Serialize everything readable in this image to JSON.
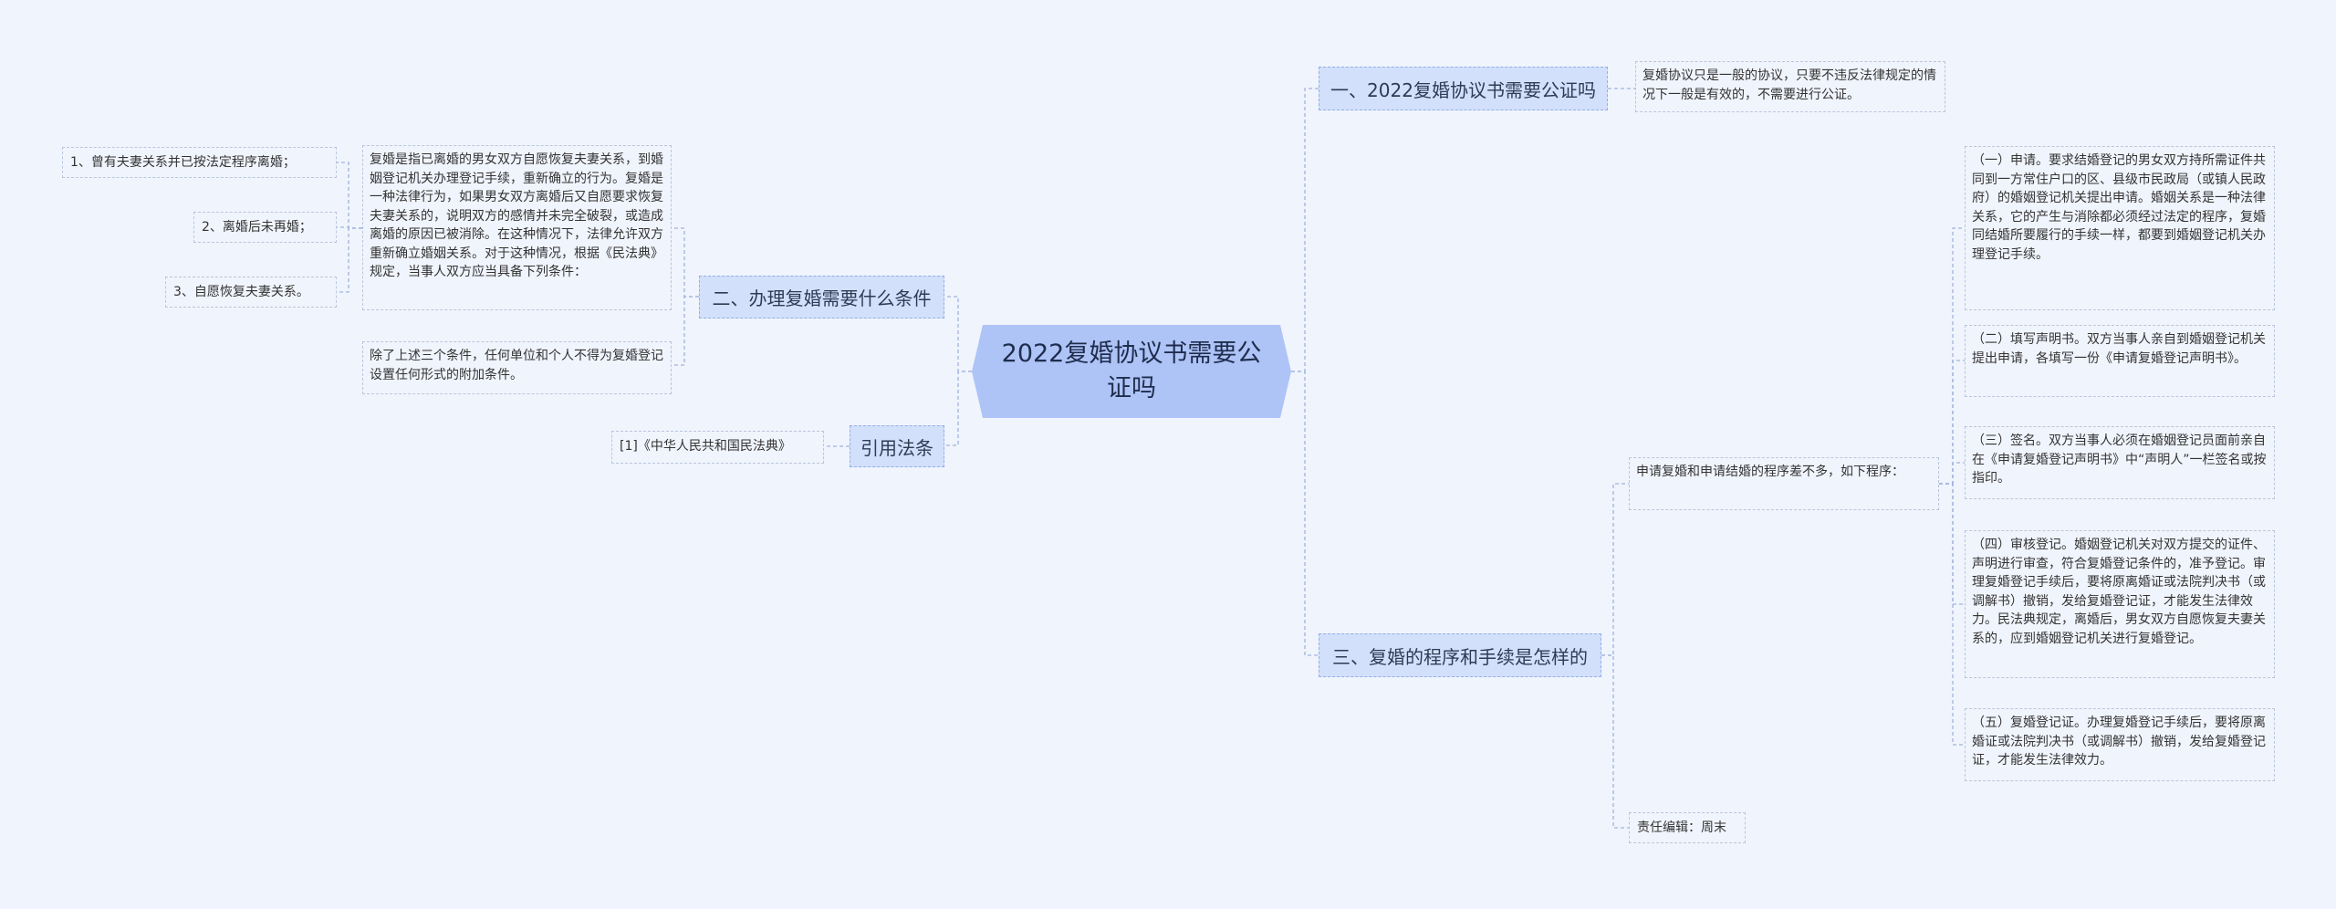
{
  "root": {
    "title": "2022复婚协议书需要公证吗"
  },
  "branches": {
    "b1": {
      "label": "一、2022复婚协议书需要公证吗",
      "leaf": "复婚协议只是一般的协议，只要不违反法律规定的情况下一般是有效的，不需要进行公证。"
    },
    "b2": {
      "label": "二、办理复婚需要什么条件",
      "intro": "复婚是指已离婚的男女双方自愿恢复夫妻关系，到婚姻登记机关办理登记手续，重新确立的行为。复婚是一种法律行为，如果男女双方离婚后又自愿要求恢复夫妻关系的，说明双方的感情并未完全破裂，或造成离婚的原因已被消除。在这种情况下，法律允许双方重新确立婚姻关系。对于这种情况，根据《民法典》规定，当事人双方应当具备下列条件：",
      "conditions": [
        "1、曾有夫妻关系并已按法定程序离婚；",
        "2、离婚后未再婚；",
        "3、自愿恢复夫妻关系。"
      ],
      "note": "除了上述三个条件，任何单位和个人不得为复婚登记设置任何形式的附加条件。"
    },
    "b3": {
      "label": "三、复婚的程序和手续是怎样的",
      "intro": "申请复婚和申请结婚的程序差不多，如下程序：",
      "steps": [
        "（一）申请。要求结婚登记的男女双方持所需证件共同到一方常住户口的区、县级市民政局（或镇人民政府）的婚姻登记机关提出申请。婚姻关系是一种法律关系，它的产生与消除都必须经过法定的程序，复婚同结婚所要履行的手续一样，都要到婚姻登记机关办理登记手续。",
        "（二）填写声明书。双方当事人亲自到婚姻登记机关提出申请，各填写一份《申请复婚登记声明书》。",
        "（三）签名。双方当事人必须在婚姻登记员面前亲自在《申请复婚登记声明书》中“声明人”一栏签名或按指印。",
        "（四）审核登记。婚姻登记机关对双方提交的证件、声明进行审查，符合复婚登记条件的，准予登记。审理复婚登记手续后，要将原离婚证或法院判决书（或调解书）撤销，发给复婚登记证，才能发生法律效力。民法典规定，离婚后，男女双方自愿恢复夫妻关系的，应到婚姻登记机关进行复婚登记。",
        "（五）复婚登记证。办理复婚登记手续后，要将原离婚证或法院判决书（或调解书）撤销，发给复婚登记证，才能发生法律效力。"
      ],
      "editor": "责任编辑：周末"
    },
    "b4": {
      "label": "引用法条",
      "leaf": "[1]《中华人民共和国民法典》"
    }
  },
  "colors": {
    "background": "#f0f4fc",
    "root": "#aec3f6",
    "branch": "#d3e0fb",
    "line": "#9fb3dd"
  }
}
